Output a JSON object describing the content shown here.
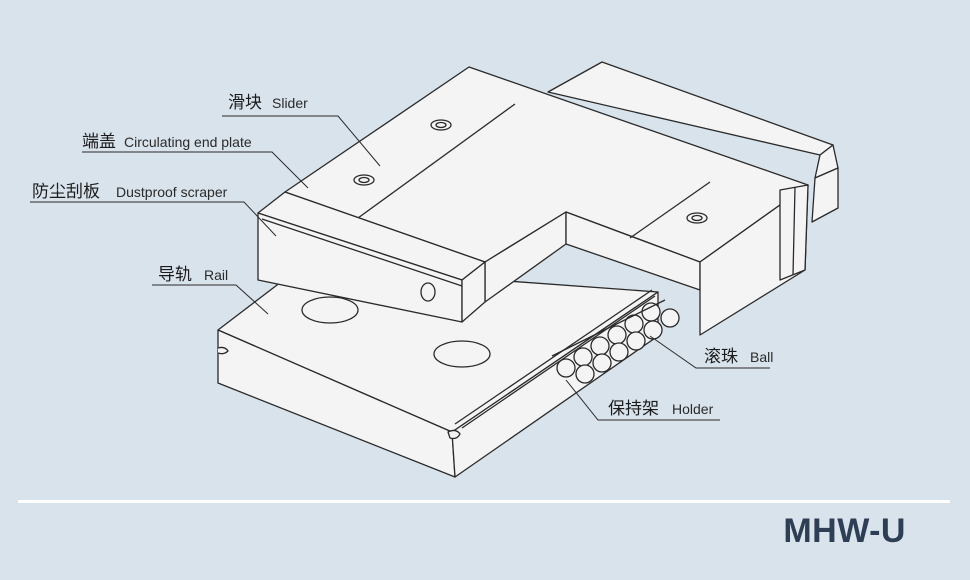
{
  "labels": {
    "slider": {
      "cn": "滑块",
      "en": "Slider"
    },
    "end_plate": {
      "cn": "端盖",
      "en": "Circulating end plate"
    },
    "scraper": {
      "cn": "防尘刮板",
      "en": "Dustproof scraper"
    },
    "rail": {
      "cn": "导轨",
      "en": "Rail"
    },
    "ball": {
      "cn": "滚珠",
      "en": "Ball"
    },
    "holder": {
      "cn": "保持架",
      "en": "Holder"
    }
  },
  "model": "MHW-U",
  "colors": {
    "background": "#d9e3ec",
    "part_fill": "#f4f4f4",
    "outline": "#2a2a2a",
    "model_text": "#2e3e55",
    "divider": "#ffffff"
  }
}
